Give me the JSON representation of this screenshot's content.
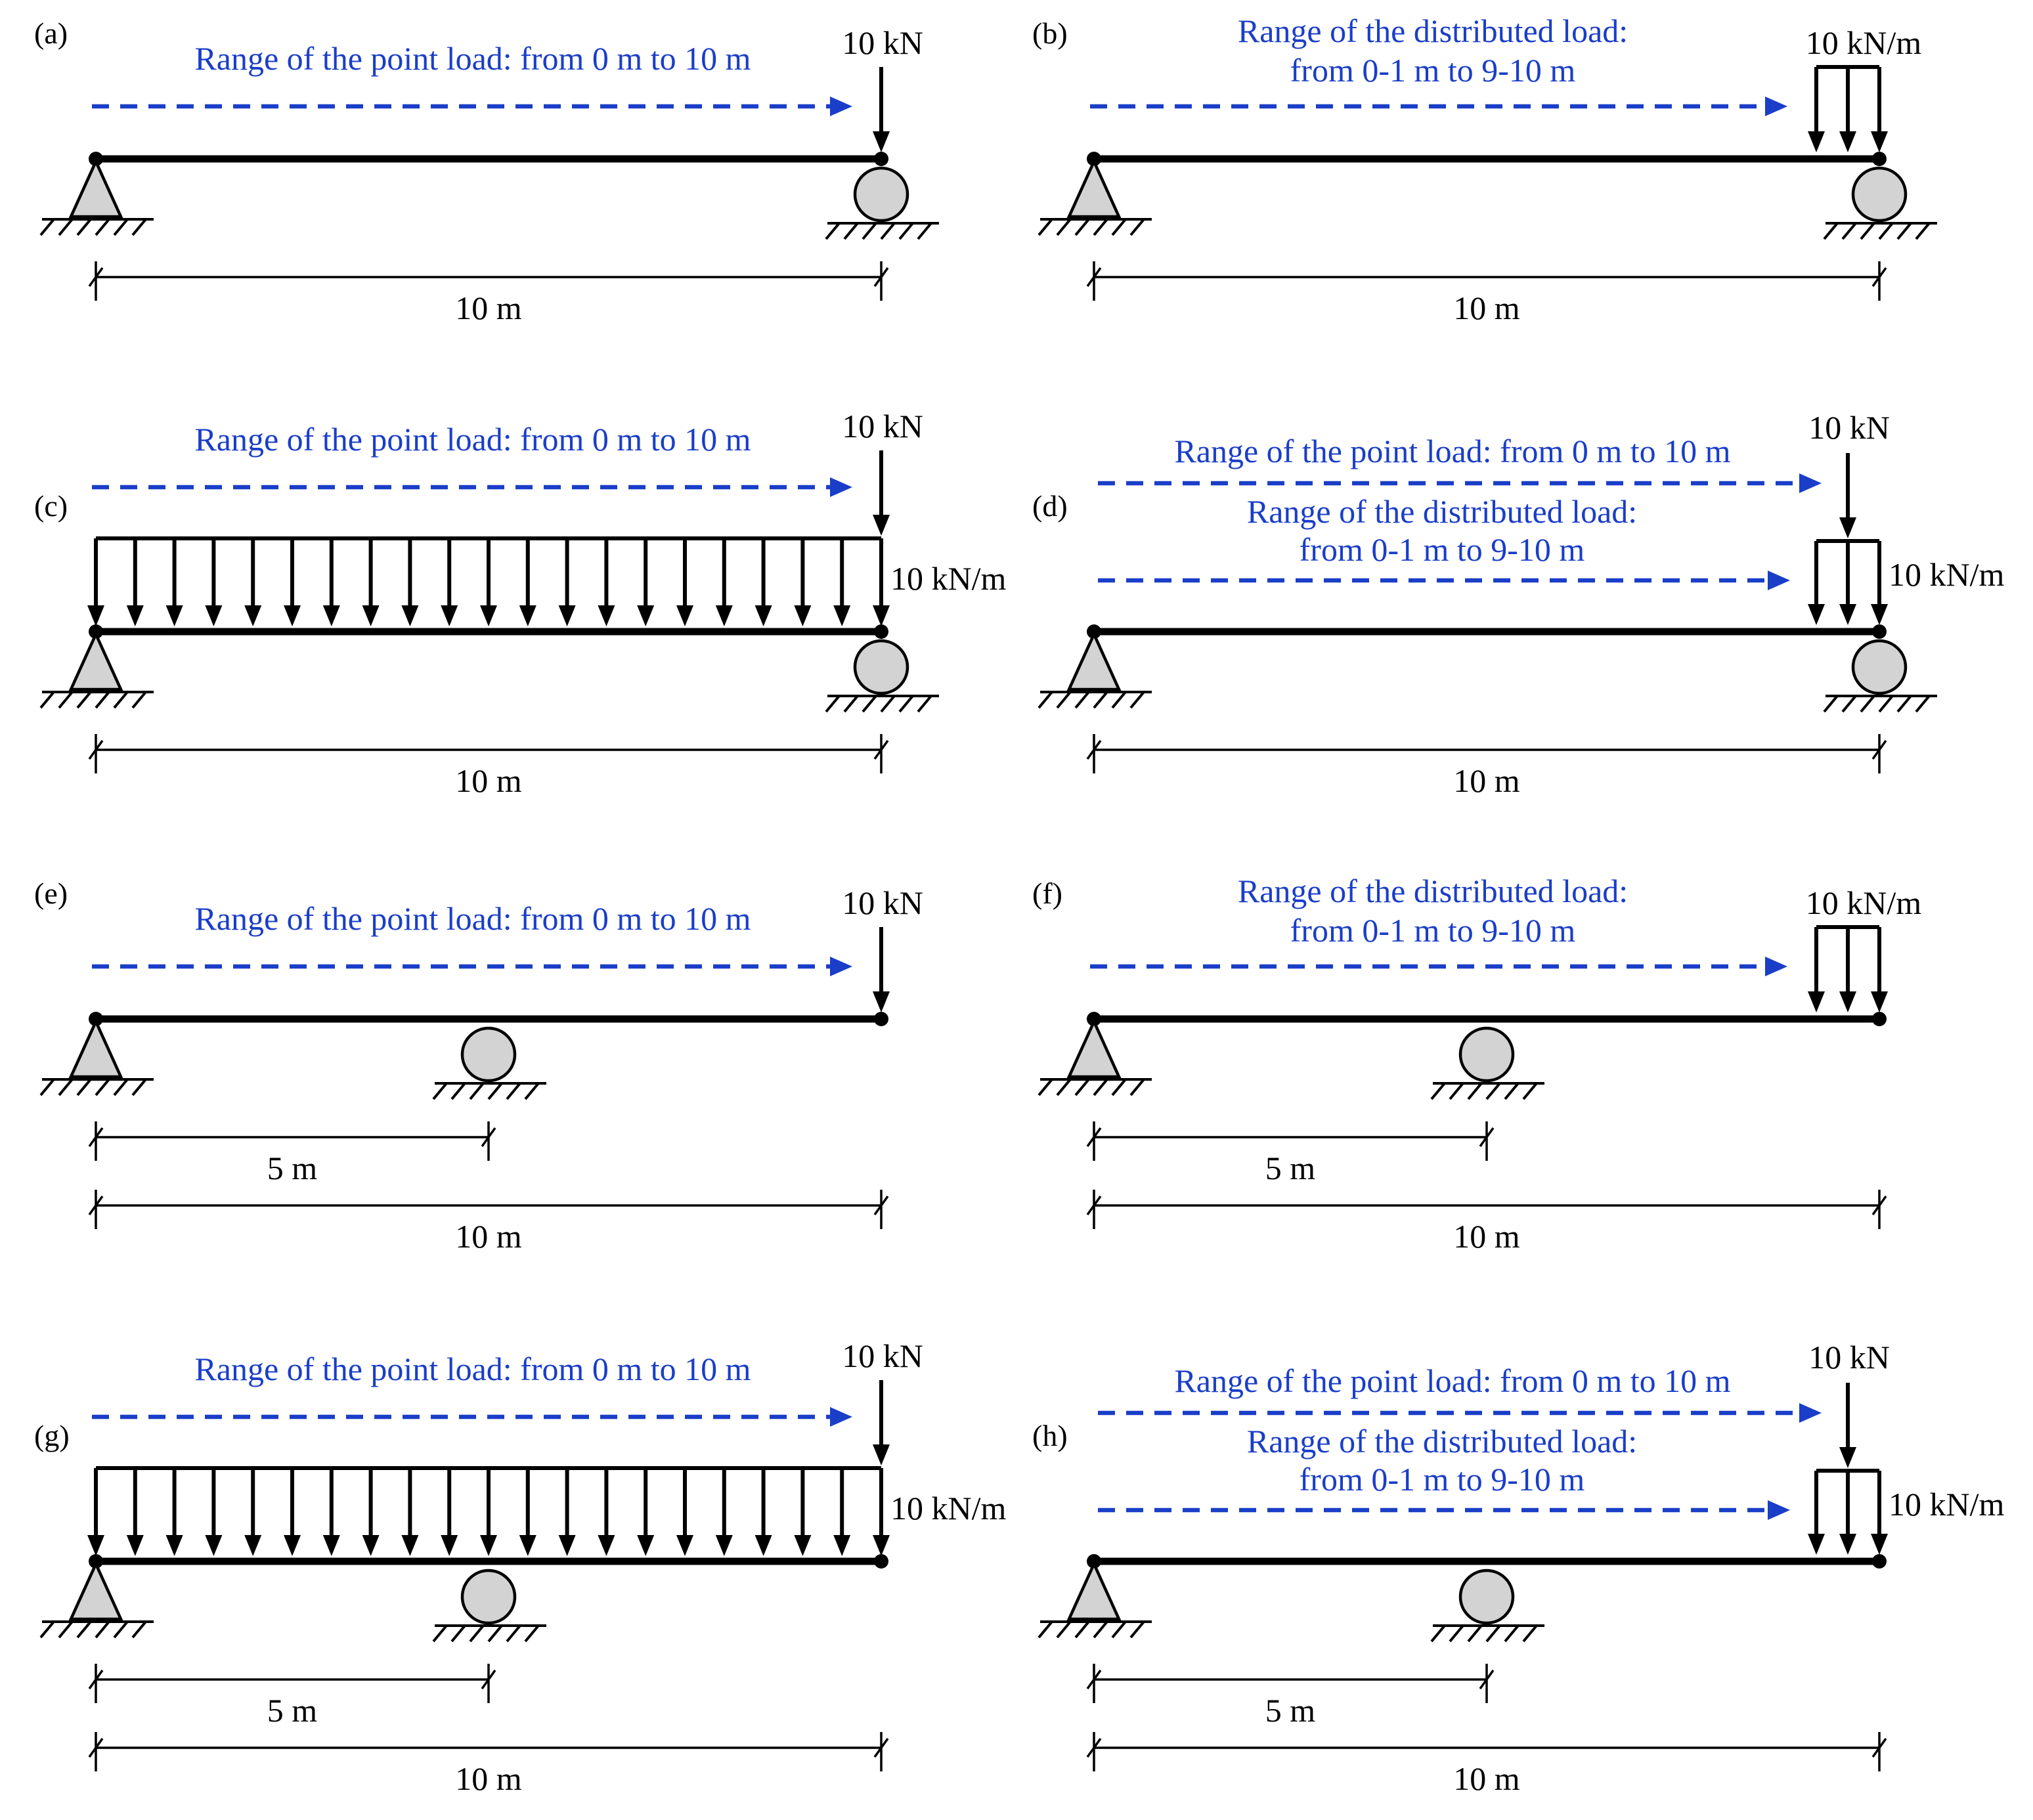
{
  "colors": {
    "range_arrow": "#1a3ec8",
    "support_fill": "#d3d3d3",
    "line": "#000000"
  },
  "panels": [
    {
      "label": "(a)",
      "point_load_label": "10 kN",
      "point_range_label": "Range of the point load: from 0 m to 10 m",
      "span_label": "10 m"
    },
    {
      "label": "(b)",
      "dist_load_label": "10 kN/m",
      "dist_range_line1": "Range of the distributed load:",
      "dist_range_line2": "from 0-1 m to 9-10 m",
      "span_label": "10 m"
    },
    {
      "label": "(c)",
      "point_load_label": "10 kN",
      "point_range_label": "Range of the point load: from 0 m to 10 m",
      "udl_label": "10 kN/m",
      "span_label": "10 m"
    },
    {
      "label": "(d)",
      "point_load_label": "10 kN",
      "point_range_label": "Range of the point load: from 0 m to 10 m",
      "dist_range_line1": "Range of the distributed load:",
      "dist_range_line2": "from 0-1 m to 9-10 m",
      "dist_load_label": "10 kN/m",
      "span_label": "10 m"
    },
    {
      "label": "(e)",
      "point_load_label": "10 kN",
      "point_range_label": "Range of the point load: from 0 m to 10 m",
      "sub_span_label": "5 m",
      "span_label": "10 m"
    },
    {
      "label": "(f)",
      "dist_load_label": "10 kN/m",
      "dist_range_line1": "Range of the distributed load:",
      "dist_range_line2": "from 0-1 m to 9-10 m",
      "sub_span_label": "5 m",
      "span_label": "10 m"
    },
    {
      "label": "(g)",
      "point_load_label": "10 kN",
      "point_range_label": "Range of the point load: from 0 m to 10 m",
      "udl_label": "10 kN/m",
      "sub_span_label": "5 m",
      "span_label": "10 m"
    },
    {
      "label": "(h)",
      "point_load_label": "10 kN",
      "point_range_label": "Range of the point load: from 0 m to 10 m",
      "dist_range_line1": "Range of the distributed load:",
      "dist_range_line2": "from 0-1 m to 9-10 m",
      "dist_load_label": "10 kN/m",
      "sub_span_label": "5 m",
      "span_label": "10 m"
    }
  ]
}
